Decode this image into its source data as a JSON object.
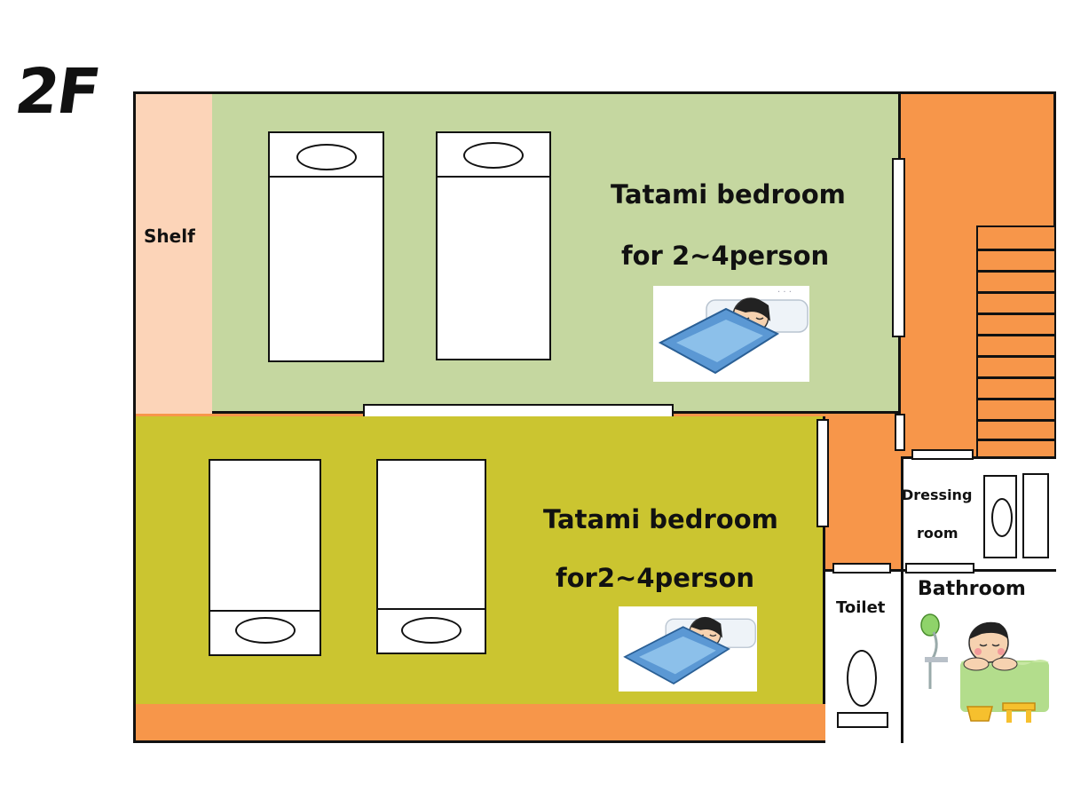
{
  "floor": {
    "label": "2F"
  },
  "rooms": {
    "shelf": {
      "label": "Shelf"
    },
    "upper_bedroom": {
      "title": "Tatami bedroom",
      "capacity": "for 2~4person"
    },
    "lower_bedroom": {
      "title": "Tatami bedroom",
      "capacity": "for2~4person"
    },
    "dressing": {
      "line1": "Dressing",
      "line2": "room"
    },
    "toilet": {
      "label": "Toilet"
    },
    "bathroom": {
      "label": "Bathroom"
    }
  },
  "colors": {
    "upper_bedroom": "#c5d7a0",
    "lower_bedroom": "#cbc530",
    "shelf": "#fcd4b8",
    "corridor": "#f7964a",
    "walls": "#111111"
  },
  "icons": [
    "sleeping-person-icon",
    "bathing-person-icon",
    "toilet-icon",
    "shower-icon"
  ]
}
